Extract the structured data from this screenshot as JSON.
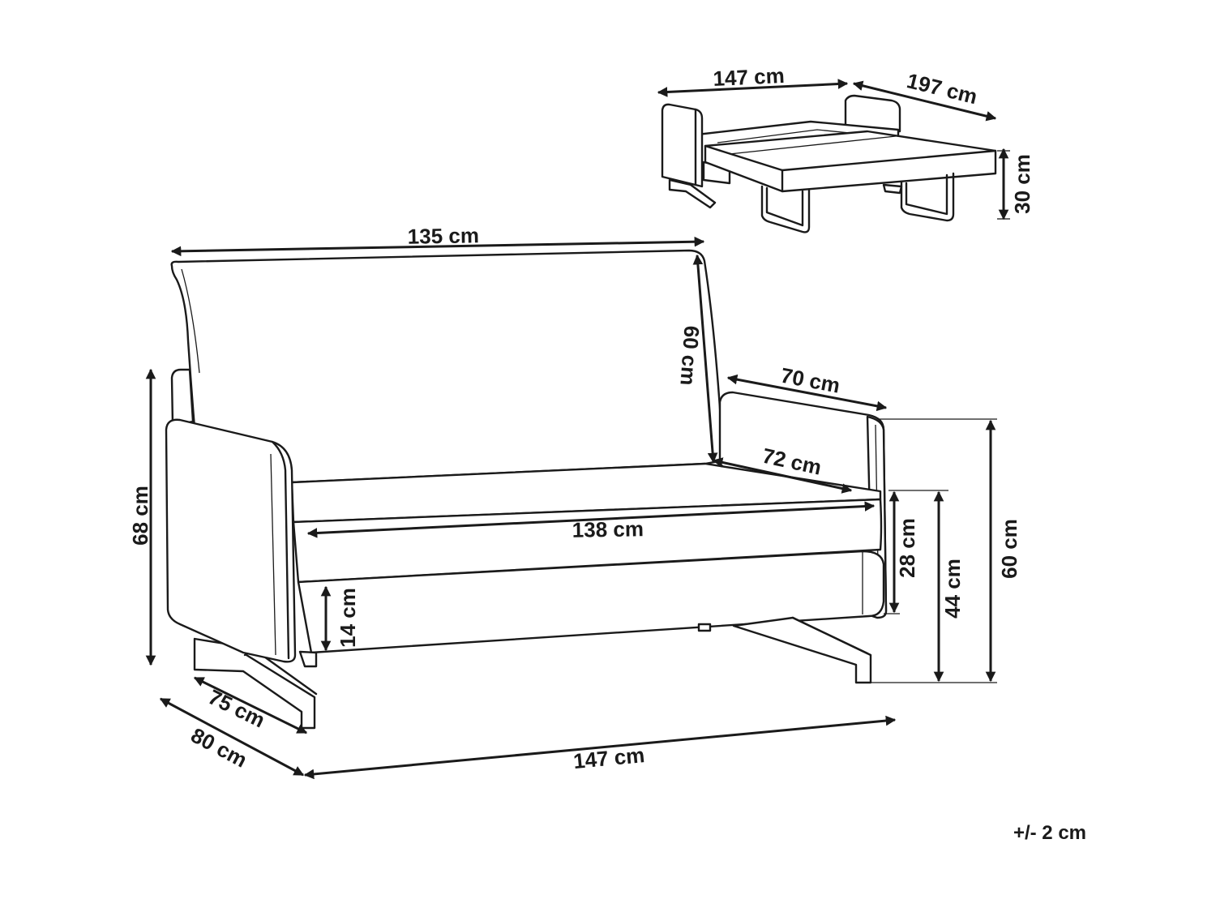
{
  "dimensions": {
    "bed_width": "147 cm",
    "bed_length": "197 cm",
    "bed_height": "30 cm",
    "backrest_width": "135 cm",
    "backrest_height": "60 cm",
    "armrest_depth": "70 cm",
    "seat_depth": "72 cm",
    "seat_width": "138 cm",
    "seat_cushion_height": "28 cm",
    "seat_height": "44 cm",
    "armrest_height": "60 cm",
    "total_height": "68 cm",
    "leg_height": "14 cm",
    "depth_inner": "75 cm",
    "depth_total": "80 cm",
    "total_width": "147 cm"
  },
  "tolerance": "+/- 2 cm"
}
